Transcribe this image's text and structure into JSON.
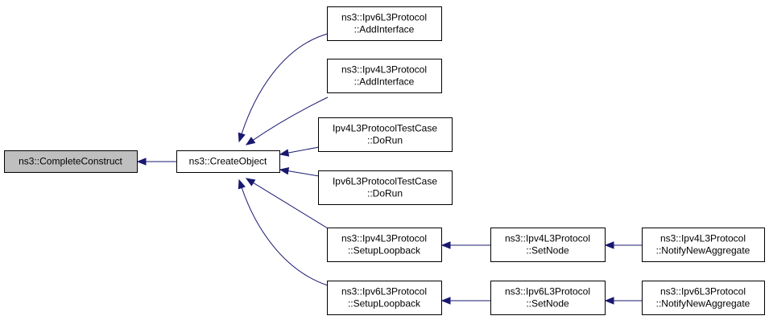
{
  "diagram": {
    "colors": {
      "edge": "#191970",
      "root_fill": "#bfbfbf",
      "node_fill": "#ffffff",
      "node_border": "#000000"
    },
    "nodes": [
      {
        "id": "complete_construct",
        "lines": [
          "ns3::CompleteConstruct"
        ],
        "highlighted": true
      },
      {
        "id": "create_object",
        "lines": [
          "ns3::CreateObject"
        ]
      },
      {
        "id": "ipv6_add_interface",
        "lines": [
          "ns3::Ipv6L3Protocol",
          "::AddInterface"
        ]
      },
      {
        "id": "ipv4_add_interface",
        "lines": [
          "ns3::Ipv4L3Protocol",
          "::AddInterface"
        ]
      },
      {
        "id": "ipv4_test_do_run",
        "lines": [
          "Ipv4L3ProtocolTestCase",
          "::DoRun"
        ]
      },
      {
        "id": "ipv6_test_do_run",
        "lines": [
          "Ipv6L3ProtocolTestCase",
          "::DoRun"
        ]
      },
      {
        "id": "ipv4_setup_loopback",
        "lines": [
          "ns3::Ipv4L3Protocol",
          "::SetupLoopback"
        ]
      },
      {
        "id": "ipv6_setup_loopback",
        "lines": [
          "ns3::Ipv6L3Protocol",
          "::SetupLoopback"
        ]
      },
      {
        "id": "ipv4_set_node",
        "lines": [
          "ns3::Ipv4L3Protocol",
          "::SetNode"
        ]
      },
      {
        "id": "ipv6_set_node",
        "lines": [
          "ns3::Ipv6L3Protocol",
          "::SetNode"
        ]
      },
      {
        "id": "ipv4_notify_new_aggregate",
        "lines": [
          "ns3::Ipv4L3Protocol",
          "::NotifyNewAggregate"
        ]
      },
      {
        "id": "ipv6_notify_new_aggregate",
        "lines": [
          "ns3::Ipv6L3Protocol",
          "::NotifyNewAggregate"
        ]
      }
    ],
    "edges": [
      {
        "from": "create_object",
        "to": "complete_construct"
      },
      {
        "from": "ipv6_add_interface",
        "to": "create_object"
      },
      {
        "from": "ipv4_add_interface",
        "to": "create_object"
      },
      {
        "from": "ipv4_test_do_run",
        "to": "create_object"
      },
      {
        "from": "ipv6_test_do_run",
        "to": "create_object"
      },
      {
        "from": "ipv4_setup_loopback",
        "to": "create_object"
      },
      {
        "from": "ipv6_setup_loopback",
        "to": "create_object"
      },
      {
        "from": "ipv4_set_node",
        "to": "ipv4_setup_loopback"
      },
      {
        "from": "ipv6_set_node",
        "to": "ipv6_setup_loopback"
      },
      {
        "from": "ipv4_notify_new_aggregate",
        "to": "ipv4_set_node"
      },
      {
        "from": "ipv6_notify_new_aggregate",
        "to": "ipv6_set_node"
      }
    ]
  }
}
